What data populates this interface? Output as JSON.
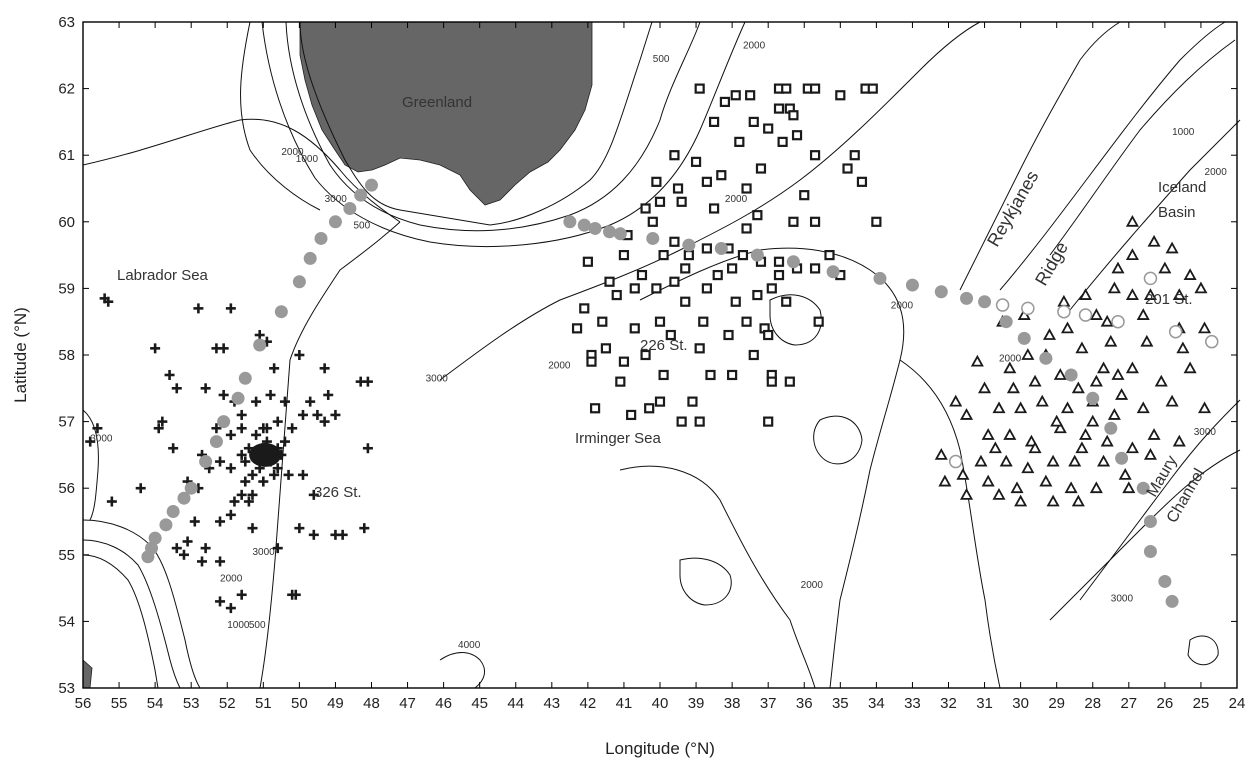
{
  "axes": {
    "xlabel": "Longitude (°N)",
    "ylabel": "Latitude (°N)",
    "xlim": [
      56,
      24
    ],
    "ylim": [
      53,
      63
    ],
    "xticks": [
      56,
      55,
      54,
      53,
      52,
      51,
      50,
      49,
      48,
      47,
      46,
      45,
      44,
      43,
      42,
      41,
      40,
      39,
      38,
      37,
      36,
      35,
      34,
      33,
      32,
      31,
      30,
      29,
      28,
      27,
      26,
      25,
      24
    ],
    "yticks": [
      53,
      54,
      55,
      56,
      57,
      58,
      59,
      60,
      61,
      62,
      63
    ]
  },
  "labels": {
    "greenland": "Greenland",
    "labrador": "Labrador Sea",
    "irminger": "Irminger Sea",
    "reykjanes": "Reykjanes",
    "ridge": "Ridge",
    "iceland": "Iceland",
    "basin": "Basin",
    "maury": "Maury",
    "channel": "Channel",
    "st326": "326 St.",
    "st226": "226 St.",
    "st201": "201 St."
  },
  "contour_labels": [
    {
      "text": "2000",
      "lon": 43.1,
      "lat": 57.8
    },
    {
      "text": "3000",
      "lon": 46.5,
      "lat": 57.6
    },
    {
      "text": "3000",
      "lon": 49.3,
      "lat": 60.3
    },
    {
      "text": "2000",
      "lon": 50.5,
      "lat": 61.0
    },
    {
      "text": "1000",
      "lon": 50.1,
      "lat": 60.9
    },
    {
      "text": "500",
      "lon": 48.5,
      "lat": 59.9
    },
    {
      "text": "500",
      "lon": 40.2,
      "lat": 62.4
    },
    {
      "text": "2000",
      "lon": 37.7,
      "lat": 62.6
    },
    {
      "text": "2000",
      "lon": 38.2,
      "lat": 60.3
    },
    {
      "text": "2000",
      "lon": 33.6,
      "lat": 58.7
    },
    {
      "text": "2000",
      "lon": 36.1,
      "lat": 54.5
    },
    {
      "text": "1000",
      "lon": 25.8,
      "lat": 61.3
    },
    {
      "text": "2000",
      "lon": 24.9,
      "lat": 60.7
    },
    {
      "text": "3000",
      "lon": 25.2,
      "lat": 56.8
    },
    {
      "text": "3000",
      "lon": 27.5,
      "lat": 54.3
    },
    {
      "text": "2000",
      "lon": 30.6,
      "lat": 57.9
    },
    {
      "text": "3000",
      "lon": 55.8,
      "lat": 56.7
    },
    {
      "text": "3000",
      "lon": 51.3,
      "lat": 55.0
    },
    {
      "text": "2000",
      "lon": 52.2,
      "lat": 54.6
    },
    {
      "text": "1000",
      "lon": 52.0,
      "lat": 53.9
    },
    {
      "text": "500",
      "lon": 51.4,
      "lat": 53.9
    },
    {
      "text": "4000",
      "lon": 45.6,
      "lat": 53.6
    }
  ],
  "colors": {
    "land": "#666666",
    "marker": "#1a1a1a",
    "track": "#999999",
    "contour": "#111111"
  },
  "icons": {
    "cross": "labrador-station-cross",
    "square": "irminger-station-square",
    "triangle": "iceland-basin-station-triangle",
    "circle": "ar7w-track-circle"
  },
  "stations": {
    "labrador_crosses": [
      [
        55.4,
        58.85
      ],
      [
        55.3,
        58.8
      ],
      [
        54.0,
        58.1
      ],
      [
        52.8,
        58.7
      ],
      [
        51.9,
        58.7
      ],
      [
        52.3,
        58.1
      ],
      [
        52.1,
        58.1
      ],
      [
        53.6,
        57.7
      ],
      [
        53.4,
        57.5
      ],
      [
        51.1,
        58.3
      ],
      [
        50.9,
        58.2
      ],
      [
        50.7,
        57.8
      ],
      [
        50.0,
        58.0
      ],
      [
        49.3,
        57.8
      ],
      [
        49.7,
        57.3
      ],
      [
        49.2,
        57.4
      ],
      [
        48.3,
        57.6
      ],
      [
        48.1,
        57.6
      ],
      [
        52.6,
        57.5
      ],
      [
        52.1,
        57.4
      ],
      [
        51.8,
        57.3
      ],
      [
        51.6,
        57.1
      ],
      [
        51.2,
        57.3
      ],
      [
        50.8,
        57.4
      ],
      [
        50.4,
        57.3
      ],
      [
        49.9,
        57.1
      ],
      [
        49.5,
        57.1
      ],
      [
        49.3,
        57.0
      ],
      [
        49.0,
        57.1
      ],
      [
        53.9,
        56.9
      ],
      [
        53.8,
        57.0
      ],
      [
        52.3,
        56.9
      ],
      [
        51.9,
        56.8
      ],
      [
        51.6,
        56.9
      ],
      [
        51.0,
        56.9
      ],
      [
        50.6,
        57.0
      ],
      [
        50.2,
        56.9
      ],
      [
        52.7,
        56.5
      ],
      [
        52.5,
        56.3
      ],
      [
        52.2,
        56.4
      ],
      [
        51.9,
        56.3
      ],
      [
        51.5,
        56.1
      ],
      [
        51.3,
        55.9
      ],
      [
        51.8,
        55.8
      ],
      [
        51.6,
        55.9
      ],
      [
        51.4,
        55.8
      ],
      [
        52.8,
        56.0
      ],
      [
        53.1,
        56.1
      ],
      [
        50.3,
        56.2
      ],
      [
        49.9,
        56.2
      ],
      [
        49.6,
        55.9
      ],
      [
        48.1,
        56.6
      ],
      [
        54.4,
        56.0
      ],
      [
        55.2,
        55.8
      ],
      [
        55.6,
        56.9
      ],
      [
        55.8,
        56.7
      ],
      [
        53.5,
        56.6
      ],
      [
        52.9,
        55.5
      ],
      [
        52.2,
        55.5
      ],
      [
        51.9,
        55.6
      ],
      [
        51.3,
        55.4
      ],
      [
        50.6,
        55.1
      ],
      [
        50.0,
        55.4
      ],
      [
        49.6,
        55.3
      ],
      [
        49.0,
        55.3
      ],
      [
        48.8,
        55.3
      ],
      [
        48.2,
        55.4
      ],
      [
        52.6,
        55.1
      ],
      [
        53.2,
        55.0
      ],
      [
        52.7,
        54.9
      ],
      [
        52.2,
        54.9
      ],
      [
        52.2,
        54.3
      ],
      [
        51.9,
        54.2
      ],
      [
        51.6,
        54.4
      ],
      [
        50.2,
        54.4
      ],
      [
        50.1,
        54.4
      ],
      [
        53.4,
        55.1
      ],
      [
        53.1,
        55.2
      ],
      [
        51.0,
        56.6
      ],
      [
        51.2,
        56.5
      ],
      [
        50.8,
        56.4
      ],
      [
        50.6,
        56.6
      ],
      [
        51.4,
        56.6
      ],
      [
        50.9,
        56.7
      ],
      [
        51.1,
        56.3
      ],
      [
        50.7,
        56.2
      ],
      [
        51.3,
        56.2
      ],
      [
        50.5,
        56.5
      ],
      [
        51.5,
        56.4
      ],
      [
        50.9,
        56.9
      ],
      [
        50.4,
        56.7
      ],
      [
        51.2,
        56.8
      ],
      [
        51.6,
        56.5
      ],
      [
        50.6,
        56.3
      ],
      [
        51.0,
        56.1
      ]
    ],
    "irminger_squares": [
      [
        38.9,
        62.0
      ],
      [
        37.9,
        61.9
      ],
      [
        37.5,
        61.9
      ],
      [
        36.7,
        62.0
      ],
      [
        35.9,
        62.0
      ],
      [
        35.7,
        62.0
      ],
      [
        34.3,
        62.0
      ],
      [
        34.1,
        62.0
      ],
      [
        38.5,
        61.5
      ],
      [
        37.4,
        61.5
      ],
      [
        36.4,
        61.7
      ],
      [
        36.7,
        61.7
      ],
      [
        37.0,
        61.4
      ],
      [
        36.2,
        61.3
      ],
      [
        35.7,
        61.0
      ],
      [
        34.4,
        60.6
      ],
      [
        34.8,
        60.8
      ],
      [
        39.6,
        61.0
      ],
      [
        38.3,
        60.7
      ],
      [
        38.7,
        60.6
      ],
      [
        37.2,
        60.8
      ],
      [
        36.6,
        61.2
      ],
      [
        40.1,
        60.6
      ],
      [
        40.0,
        60.3
      ],
      [
        39.4,
        60.3
      ],
      [
        38.5,
        60.2
      ],
      [
        37.3,
        60.1
      ],
      [
        36.3,
        60.0
      ],
      [
        35.7,
        60.0
      ],
      [
        34.0,
        60.0
      ],
      [
        40.9,
        59.8
      ],
      [
        40.2,
        60.0
      ],
      [
        39.6,
        59.7
      ],
      [
        39.2,
        59.5
      ],
      [
        38.7,
        59.6
      ],
      [
        38.1,
        59.6
      ],
      [
        37.7,
        59.5
      ],
      [
        37.2,
        59.4
      ],
      [
        36.7,
        59.4
      ],
      [
        36.2,
        59.3
      ],
      [
        35.7,
        59.3
      ],
      [
        35.0,
        59.2
      ],
      [
        41.0,
        59.5
      ],
      [
        40.5,
        59.2
      ],
      [
        40.1,
        59.0
      ],
      [
        39.6,
        59.1
      ],
      [
        39.3,
        58.8
      ],
      [
        38.7,
        59.0
      ],
      [
        37.9,
        58.8
      ],
      [
        37.3,
        58.9
      ],
      [
        36.9,
        59.0
      ],
      [
        36.5,
        58.8
      ],
      [
        42.1,
        58.7
      ],
      [
        42.3,
        58.4
      ],
      [
        41.6,
        58.5
      ],
      [
        40.7,
        58.4
      ],
      [
        39.7,
        58.3
      ],
      [
        38.8,
        58.5
      ],
      [
        37.6,
        58.5
      ],
      [
        37.1,
        58.4
      ],
      [
        35.6,
        58.5
      ],
      [
        41.9,
        58.0
      ],
      [
        41.5,
        58.1
      ],
      [
        41.0,
        57.9
      ],
      [
        40.4,
        58.0
      ],
      [
        38.9,
        58.1
      ],
      [
        38.1,
        58.3
      ],
      [
        37.4,
        58.0
      ],
      [
        36.9,
        57.7
      ],
      [
        36.4,
        57.6
      ],
      [
        41.1,
        57.6
      ],
      [
        39.9,
        57.7
      ],
      [
        38.0,
        57.7
      ],
      [
        36.9,
        57.6
      ],
      [
        41.8,
        57.2
      ],
      [
        40.8,
        57.1
      ],
      [
        40.0,
        57.3
      ],
      [
        39.4,
        57.0
      ],
      [
        38.9,
        57.0
      ],
      [
        37.0,
        57.0
      ],
      [
        41.2,
        58.9
      ],
      [
        40.0,
        58.5
      ],
      [
        39.3,
        59.3
      ],
      [
        38.0,
        59.3
      ],
      [
        36.7,
        59.2
      ],
      [
        40.7,
        59.0
      ],
      [
        42.0,
        59.4
      ],
      [
        41.4,
        59.1
      ],
      [
        39.9,
        59.5
      ],
      [
        38.4,
        59.2
      ],
      [
        37.0,
        58.3
      ],
      [
        37.8,
        61.2
      ],
      [
        35.0,
        61.9
      ],
      [
        39.0,
        60.9
      ],
      [
        36.0,
        60.4
      ],
      [
        35.3,
        59.5
      ],
      [
        37.6,
        60.5
      ],
      [
        40.4,
        60.2
      ],
      [
        38.2,
        61.8
      ],
      [
        36.5,
        62.0
      ],
      [
        39.5,
        60.5
      ],
      [
        37.6,
        59.9
      ],
      [
        36.3,
        61.6
      ],
      [
        34.6,
        61.0
      ],
      [
        41.9,
        57.9
      ],
      [
        40.3,
        57.2
      ],
      [
        38.6,
        57.7
      ],
      [
        39.1,
        57.3
      ]
    ],
    "iceland_triangles": [
      [
        26.9,
        60.0
      ],
      [
        25.8,
        59.6
      ],
      [
        26.3,
        59.7
      ],
      [
        27.3,
        59.3
      ],
      [
        26.9,
        59.5
      ],
      [
        25.3,
        59.2
      ],
      [
        25.0,
        59.0
      ],
      [
        26.4,
        58.9
      ],
      [
        27.4,
        59.0
      ],
      [
        28.2,
        58.9
      ],
      [
        27.6,
        58.5
      ],
      [
        26.6,
        58.6
      ],
      [
        25.6,
        58.4
      ],
      [
        24.9,
        58.4
      ],
      [
        29.2,
        58.3
      ],
      [
        28.3,
        58.1
      ],
      [
        27.5,
        58.2
      ],
      [
        26.5,
        58.2
      ],
      [
        25.5,
        58.1
      ],
      [
        29.8,
        58.0
      ],
      [
        30.3,
        57.8
      ],
      [
        29.6,
        57.6
      ],
      [
        28.9,
        57.7
      ],
      [
        28.4,
        57.5
      ],
      [
        27.7,
        57.8
      ],
      [
        26.9,
        57.8
      ],
      [
        26.1,
        57.6
      ],
      [
        25.3,
        57.8
      ],
      [
        31.0,
        57.5
      ],
      [
        30.6,
        57.2
      ],
      [
        30.0,
        57.2
      ],
      [
        29.4,
        57.3
      ],
      [
        28.7,
        57.2
      ],
      [
        28.0,
        57.3
      ],
      [
        27.4,
        57.1
      ],
      [
        26.6,
        57.2
      ],
      [
        25.8,
        57.3
      ],
      [
        24.9,
        57.2
      ],
      [
        31.5,
        57.1
      ],
      [
        30.9,
        56.8
      ],
      [
        30.3,
        56.8
      ],
      [
        29.7,
        56.7
      ],
      [
        28.9,
        56.9
      ],
      [
        28.2,
        56.8
      ],
      [
        27.6,
        56.7
      ],
      [
        26.9,
        56.6
      ],
      [
        26.3,
        56.8
      ],
      [
        25.6,
        56.7
      ],
      [
        31.1,
        56.4
      ],
      [
        30.4,
        56.4
      ],
      [
        29.8,
        56.3
      ],
      [
        29.1,
        56.4
      ],
      [
        28.5,
        56.4
      ],
      [
        27.7,
        56.4
      ],
      [
        27.1,
        56.2
      ],
      [
        32.2,
        56.5
      ],
      [
        31.6,
        56.2
      ],
      [
        30.9,
        56.1
      ],
      [
        30.1,
        56.0
      ],
      [
        29.3,
        56.1
      ],
      [
        28.6,
        56.0
      ],
      [
        27.9,
        56.0
      ],
      [
        32.1,
        56.1
      ],
      [
        31.5,
        55.9
      ],
      [
        30.6,
        55.9
      ],
      [
        30.0,
        55.8
      ],
      [
        29.1,
        55.8
      ],
      [
        28.4,
        55.8
      ],
      [
        27.0,
        56.0
      ],
      [
        29.9,
        58.6
      ],
      [
        28.8,
        58.8
      ],
      [
        27.9,
        58.6
      ],
      [
        30.5,
        58.5
      ],
      [
        31.8,
        57.3
      ],
      [
        31.2,
        57.9
      ],
      [
        30.2,
        57.5
      ],
      [
        29.0,
        57.0
      ],
      [
        28.0,
        57.0
      ],
      [
        27.2,
        57.4
      ],
      [
        26.4,
        56.5
      ],
      [
        28.3,
        56.6
      ],
      [
        29.6,
        56.6
      ],
      [
        30.7,
        56.6
      ],
      [
        27.3,
        57.7
      ],
      [
        26.0,
        59.3
      ],
      [
        25.6,
        58.9
      ],
      [
        28.7,
        58.4
      ],
      [
        29.3,
        58.0
      ],
      [
        26.9,
        58.9
      ],
      [
        27.9,
        57.6
      ]
    ],
    "track_filled": [
      [
        48.0,
        60.55
      ],
      [
        48.3,
        60.4
      ],
      [
        48.6,
        60.2
      ],
      [
        49.0,
        60.0
      ],
      [
        49.4,
        59.75
      ],
      [
        49.7,
        59.45
      ],
      [
        50.0,
        59.1
      ],
      [
        50.5,
        58.65
      ],
      [
        51.1,
        58.15
      ],
      [
        51.5,
        57.65
      ],
      [
        51.7,
        57.35
      ],
      [
        52.1,
        57.0
      ],
      [
        52.3,
        56.7
      ],
      [
        52.6,
        56.4
      ],
      [
        53.0,
        56.0
      ],
      [
        53.2,
        55.85
      ],
      [
        53.5,
        55.65
      ],
      [
        53.7,
        55.45
      ],
      [
        54.0,
        55.25
      ],
      [
        54.1,
        55.1
      ],
      [
        54.2,
        54.97
      ],
      [
        42.5,
        60.0
      ],
      [
        42.1,
        59.95
      ],
      [
        41.8,
        59.9
      ],
      [
        41.4,
        59.85
      ],
      [
        41.1,
        59.82
      ],
      [
        40.2,
        59.75
      ],
      [
        39.2,
        59.65
      ],
      [
        38.3,
        59.6
      ],
      [
        37.3,
        59.5
      ],
      [
        36.3,
        59.4
      ],
      [
        35.2,
        59.25
      ],
      [
        33.9,
        59.15
      ],
      [
        33.0,
        59.05
      ],
      [
        32.2,
        58.95
      ],
      [
        31.5,
        58.85
      ],
      [
        31.0,
        58.8
      ],
      [
        30.4,
        58.5
      ],
      [
        29.9,
        58.25
      ],
      [
        29.3,
        57.95
      ],
      [
        28.6,
        57.7
      ],
      [
        28.0,
        57.35
      ],
      [
        27.5,
        56.9
      ],
      [
        27.2,
        56.45
      ],
      [
        26.6,
        56.0
      ],
      [
        26.4,
        55.5
      ],
      [
        26.4,
        55.05
      ],
      [
        26.0,
        54.6
      ],
      [
        25.8,
        54.3
      ]
    ],
    "track_open": [
      [
        30.5,
        58.75
      ],
      [
        29.8,
        58.7
      ],
      [
        28.8,
        58.65
      ],
      [
        28.2,
        58.6
      ],
      [
        27.3,
        58.5
      ],
      [
        26.4,
        59.15
      ],
      [
        25.7,
        58.35
      ],
      [
        24.7,
        58.2
      ],
      [
        31.8,
        56.4
      ]
    ]
  }
}
